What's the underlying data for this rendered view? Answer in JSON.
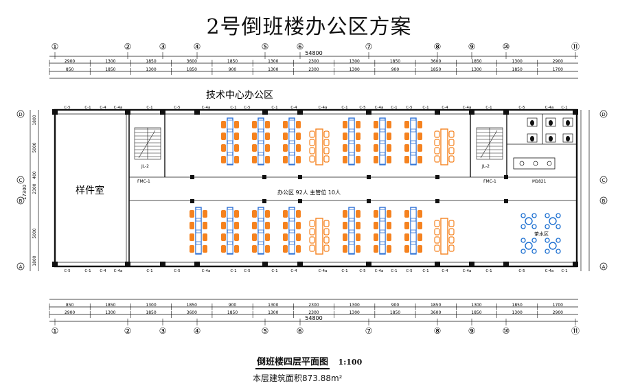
{
  "title": "2号倒班楼办公区方案",
  "axes": [
    "①",
    "②",
    "③",
    "④",
    "⑤",
    "⑥",
    "⑦",
    "⑧",
    "⑨",
    "⑩",
    "⑪"
  ],
  "rows": [
    "D",
    "C",
    "B",
    "A"
  ],
  "total_length": "54800",
  "top_dims_row1": [
    "2900",
    "1300",
    "1850",
    "3600",
    "1850",
    "1300",
    "2300",
    "1300",
    "1850",
    "3600",
    "1850",
    "1300",
    "2900"
  ],
  "top_dims_row2": [
    "850",
    "1850",
    "1300",
    "1850",
    "900",
    "1300",
    "2300",
    "1300",
    "900",
    "1850",
    "1300",
    "1850",
    "1700"
  ],
  "left_dims": [
    "1800",
    "5000",
    "400",
    "2300",
    "5000",
    "1800"
  ],
  "left_total": "17300",
  "zone_label": "技术中心办公区",
  "sample_room": "样件室",
  "office_note": "办公区  92人    主管位  10人",
  "tea_area": "茶水区",
  "door_labels": {
    "fmc": "FMC-1",
    "m": "M1821",
    "stair_a": "JL-2",
    "stair_b": "JL-2"
  },
  "window_labels": [
    "C-5",
    "C-1",
    "C-4",
    "C-4a",
    "C-1",
    "C-5",
    "C-4a",
    "C-1"
  ],
  "drawing_title": "倒班楼四层平面图",
  "scale": "1:100",
  "area_note": "本层建筑面积873.88m²",
  "colors": {
    "desk": "#f5821f",
    "partition": "#2a6fd6",
    "wall": "#111111",
    "tea": "#1b6fd1"
  }
}
